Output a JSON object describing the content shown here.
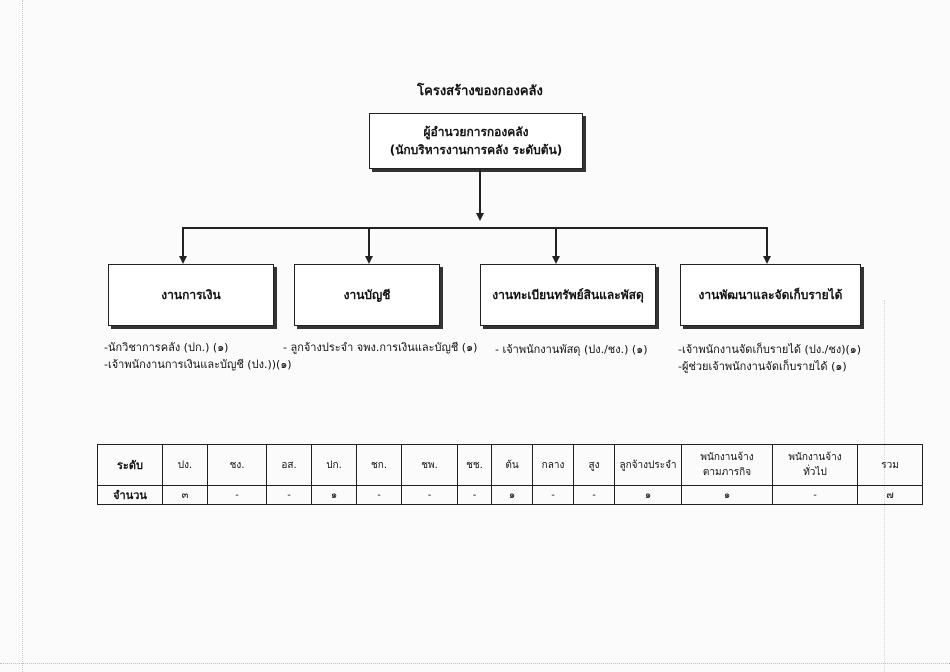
{
  "title": "โครงสร้างของกองคลัง",
  "director": {
    "line1": "ผู้อำนวยการกองคลัง",
    "line2": "(นักบริหารงานการคลัง ระดับต้น)"
  },
  "divisions": [
    {
      "name": "งานการเงิน",
      "staff": [
        "-นักวิชาการคลัง (ปก.) (๑)",
        "-เจ้าพนักงานการเงินและบัญชี (ปง.))(๑)"
      ]
    },
    {
      "name": "งานบัญชี",
      "staff": [
        "- ลูกจ้างประจำ จพง.การเงินและบัญชี (๑)"
      ]
    },
    {
      "name": "งานทะเบียนทรัพย์สินและพัสดุ",
      "staff": [
        "- เจ้าพนักงานพัสดุ (ปง./ชง.) (๑)"
      ]
    },
    {
      "name": "งานพัฒนาและจัดเก็บรายได้",
      "staff": [
        "-เจ้าพนักงานจัดเก็บรายได้ (ปง./ชง)(๑)",
        "-ผู้ช่วยเจ้าพนักงานจัดเก็บรายได้ (๑)"
      ]
    }
  ],
  "table": {
    "row_header": "ระดับ",
    "count_label": "จำนวน",
    "columns": [
      {
        "line1": "ปง.",
        "line2": "",
        "count": "๓"
      },
      {
        "line1": "ชง.",
        "line2": "",
        "count": "-"
      },
      {
        "line1": "อส.",
        "line2": "",
        "count": "-"
      },
      {
        "line1": "ปก.",
        "line2": "",
        "count": "๑"
      },
      {
        "line1": "ชก.",
        "line2": "",
        "count": "-"
      },
      {
        "line1": "ชพ.",
        "line2": "",
        "count": "-"
      },
      {
        "line1": "ชช.",
        "line2": "",
        "count": "-"
      },
      {
        "line1": "ต้น",
        "line2": "",
        "count": "๑"
      },
      {
        "line1": "กลาง",
        "line2": "",
        "count": "-"
      },
      {
        "line1": "สูง",
        "line2": "",
        "count": "-"
      },
      {
        "line1": "ลูกจ้างประจำ",
        "line2": "",
        "count": "๑"
      },
      {
        "line1": "พนักงานจ้าง",
        "line2": "ตามภารกิจ",
        "count": "๑"
      },
      {
        "line1": "พนักงานจ้าง",
        "line2": "ทั่วไป",
        "count": "-"
      },
      {
        "line1": "รวม",
        "line2": "",
        "count": "๗"
      }
    ]
  }
}
